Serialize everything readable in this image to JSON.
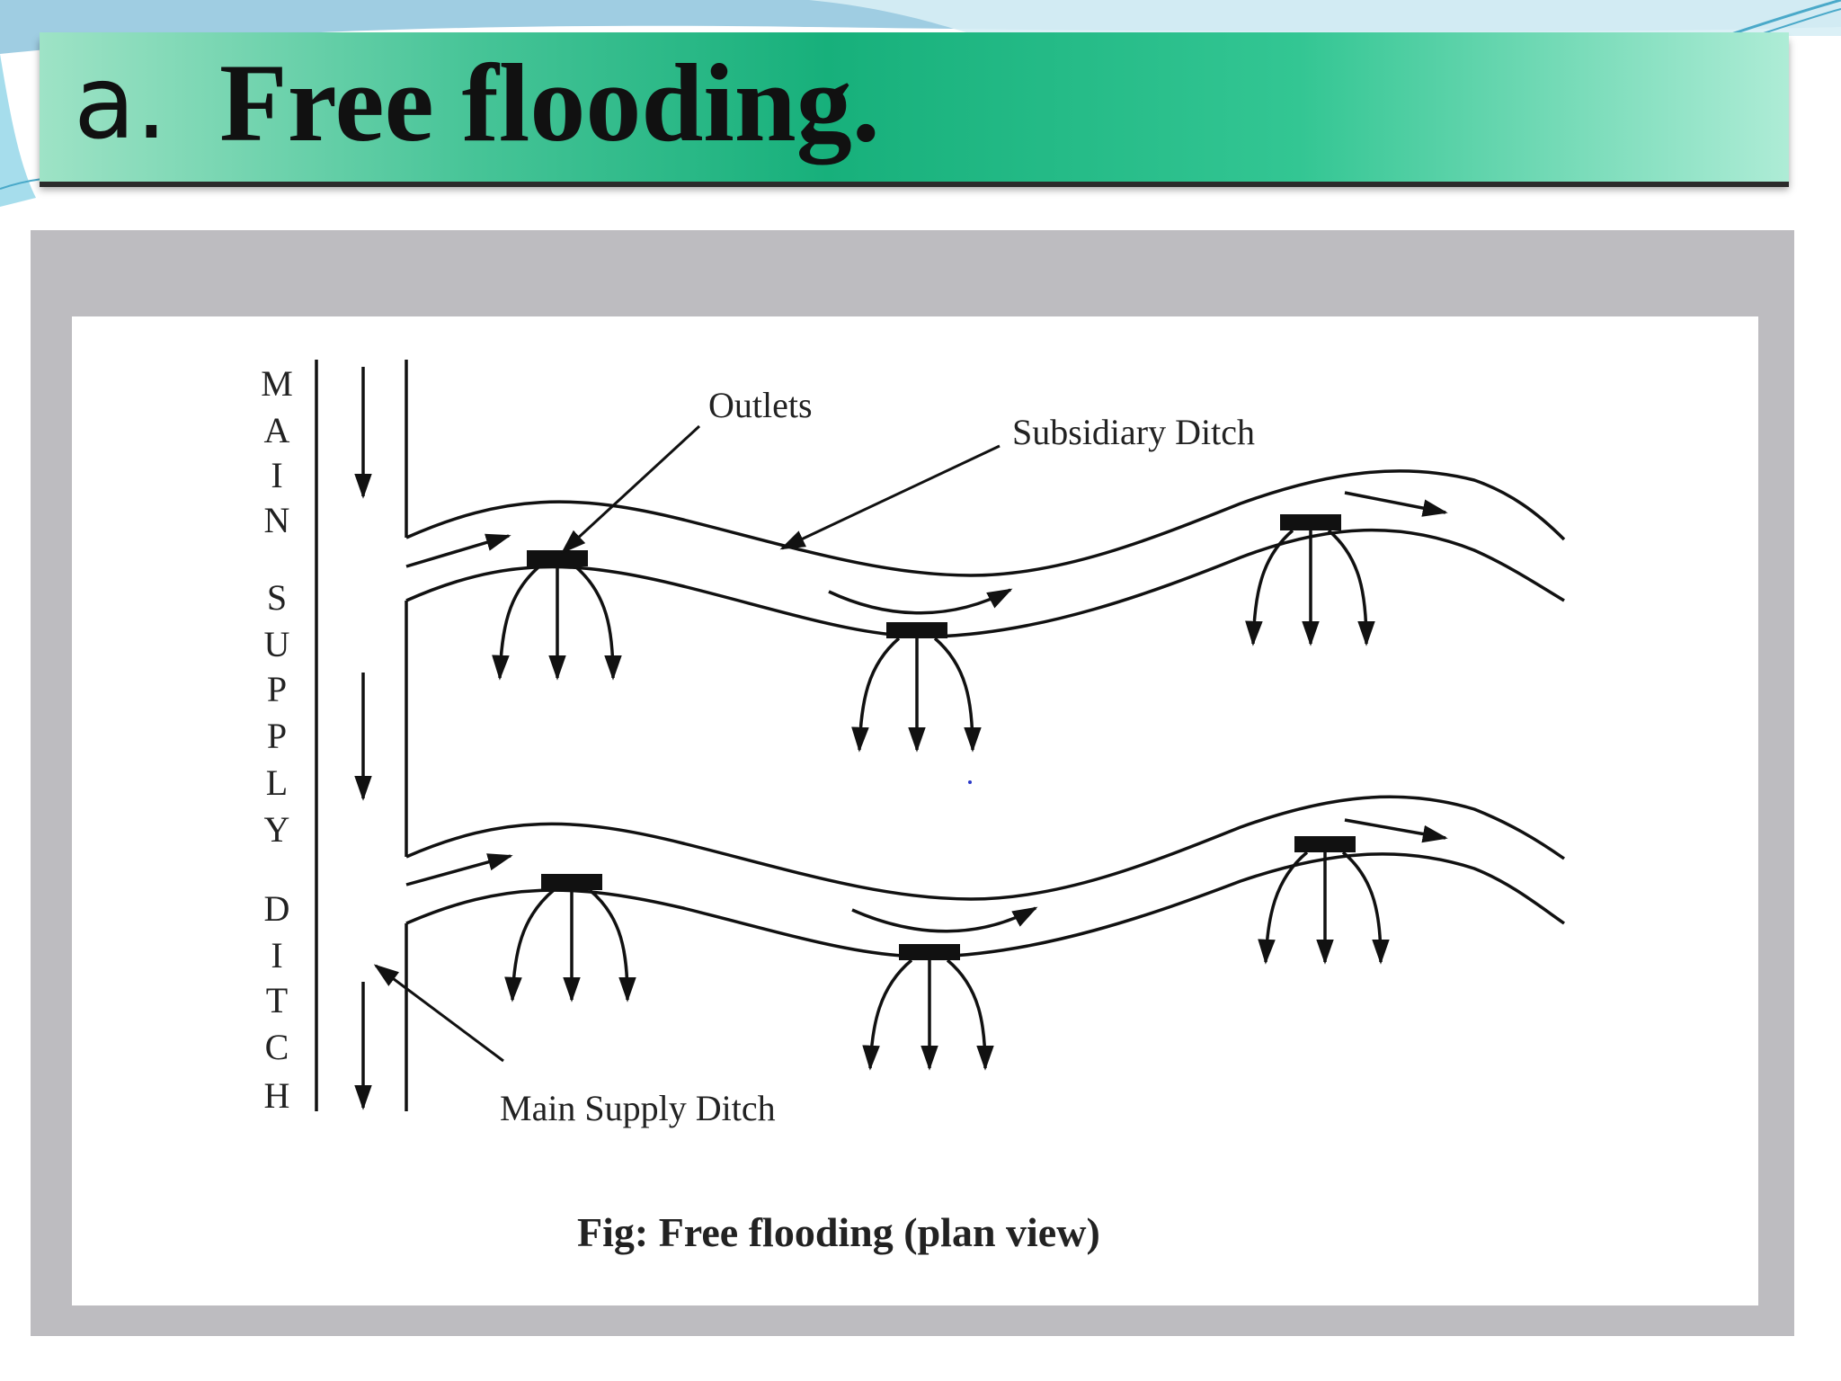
{
  "slide": {
    "title_marker": "a.",
    "title": "Free flooding."
  },
  "diagram": {
    "vertical_label": [
      "M",
      "A",
      "I",
      "N",
      "S",
      "U",
      "P",
      "P",
      "L",
      "Y",
      "D",
      "I",
      "T",
      "C",
      "H"
    ],
    "labels": {
      "outlets": "Outlets",
      "subsidiary_ditch": "Subsidiary Ditch",
      "main_supply_ditch": "Main Supply Ditch"
    },
    "caption": "Fig: Free flooding (plan view)"
  },
  "colors": {
    "banner_start": "#9ee3c6",
    "banner_mid": "#17b07b",
    "frame": "#bdbcc0",
    "ink": "#111111"
  }
}
